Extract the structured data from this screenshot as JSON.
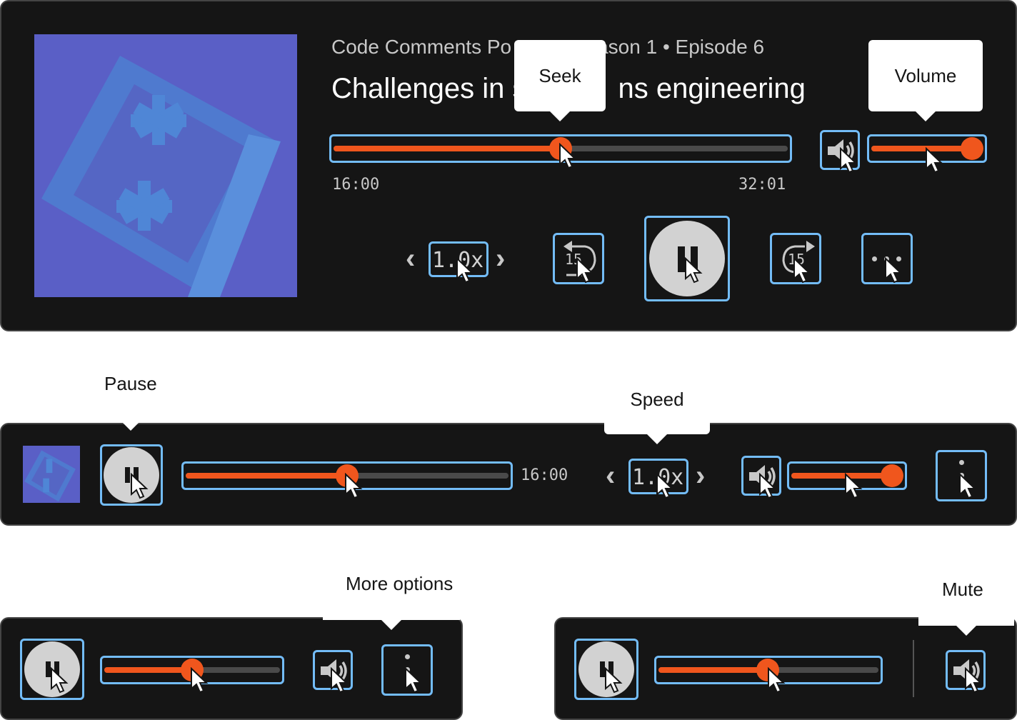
{
  "player": {
    "podcast_line_left": "Code Comments Po",
    "podcast_line_right": "ason 1 • Episode 6",
    "title_left": "Challenges in s",
    "title_right": "ns engineering",
    "elapsed": "16:00",
    "duration": "32:01",
    "speed": "1.0x",
    "skip_back_seconds": "15",
    "skip_forward_seconds": "15",
    "progress_fraction": 0.5,
    "volume_fraction": 1.0
  },
  "compact": {
    "elapsed": "16:00",
    "speed": "1.0x"
  },
  "tooltips": {
    "seek": "Seek",
    "volume": "Volume",
    "pause": "Pause",
    "speed": "Speed",
    "more_options": "More options",
    "mute": "Mute"
  },
  "colors": {
    "panel_bg": "#151515",
    "accent": "#f0561d",
    "highlight": "#73bcf7",
    "artwork": "#5a60c8"
  },
  "icons": [
    "artwork-icon",
    "pause-icon",
    "speaker-icon",
    "skip-back-icon",
    "skip-forward-icon",
    "chevron-left-icon",
    "chevron-right-icon",
    "ellipsis-icon",
    "kebab-icon",
    "cursor-icon"
  ]
}
